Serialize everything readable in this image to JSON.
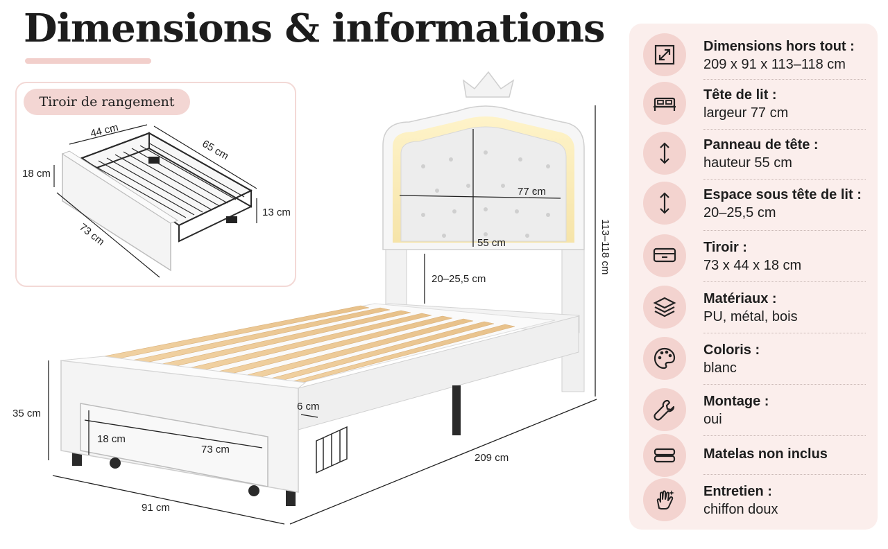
{
  "title": "Dimensions & informations",
  "drawer": {
    "label": "Tiroir de rangement",
    "dims": {
      "width": "44 cm",
      "depth": "65 cm",
      "height": "18 cm",
      "inner_height": "13 cm",
      "length": "73 cm"
    }
  },
  "bed": {
    "headboard_width": "77 cm",
    "headboard_height": "55 cm",
    "clearance": "20–25,5 cm",
    "total_height": "113–118 cm",
    "leg_height": "35 cm",
    "drawer_height": "18 cm",
    "drawer_length": "73 cm",
    "edge": "6 cm",
    "length": "209 cm",
    "width": "91 cm"
  },
  "specs": [
    {
      "icon": "resize-icon",
      "title": "Dimensions hors tout :",
      "value": "209 x 91 x 113–118 cm"
    },
    {
      "icon": "bed-icon",
      "title": "Tête de lit :",
      "value": "largeur 77 cm"
    },
    {
      "icon": "vertical-arrow-icon",
      "title": "Panneau de tête :",
      "value": "hauteur 55 cm"
    },
    {
      "icon": "vertical-arrow-icon",
      "title": "Espace sous tête de lit :",
      "value": "20–25,5 cm"
    },
    {
      "icon": "drawer-icon",
      "title": "Tiroir :",
      "value": "73 x 44 x 18 cm"
    },
    {
      "icon": "layers-icon",
      "title": "Matériaux :",
      "value": "PU, métal, bois"
    },
    {
      "icon": "palette-icon",
      "title": "Coloris :",
      "value": "blanc"
    },
    {
      "icon": "wrench-icon",
      "title": "Montage :",
      "value": "oui"
    },
    {
      "icon": "mattress-icon",
      "title": "Matelas non inclus",
      "value": ""
    },
    {
      "icon": "cleaning-hand-icon",
      "title": "Entretien :",
      "value": "chiffon doux"
    }
  ],
  "colors": {
    "accent": "#f3d3cf",
    "panel": "#fbeeec",
    "text": "#1e1e1e"
  }
}
